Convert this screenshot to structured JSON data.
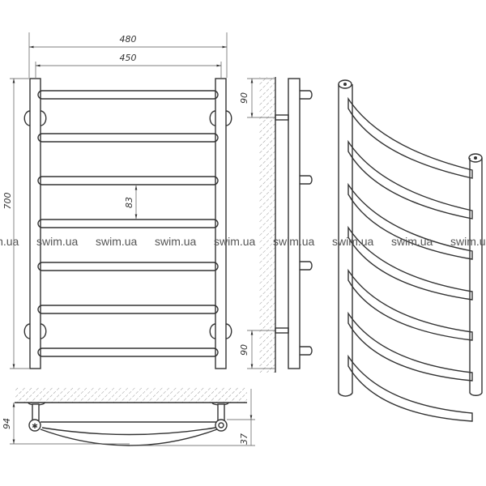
{
  "drawing": {
    "front_view": {
      "overall_width": "480",
      "axis_width": "450",
      "height": "700",
      "rung_spacing": "83",
      "rung_count": 7
    },
    "side_view": {
      "top_offset": "90",
      "bottom_offset": "90"
    },
    "bottom_view": {
      "wall_depth": "94",
      "rail_depth": "37"
    },
    "watermark": "swim.ua"
  }
}
